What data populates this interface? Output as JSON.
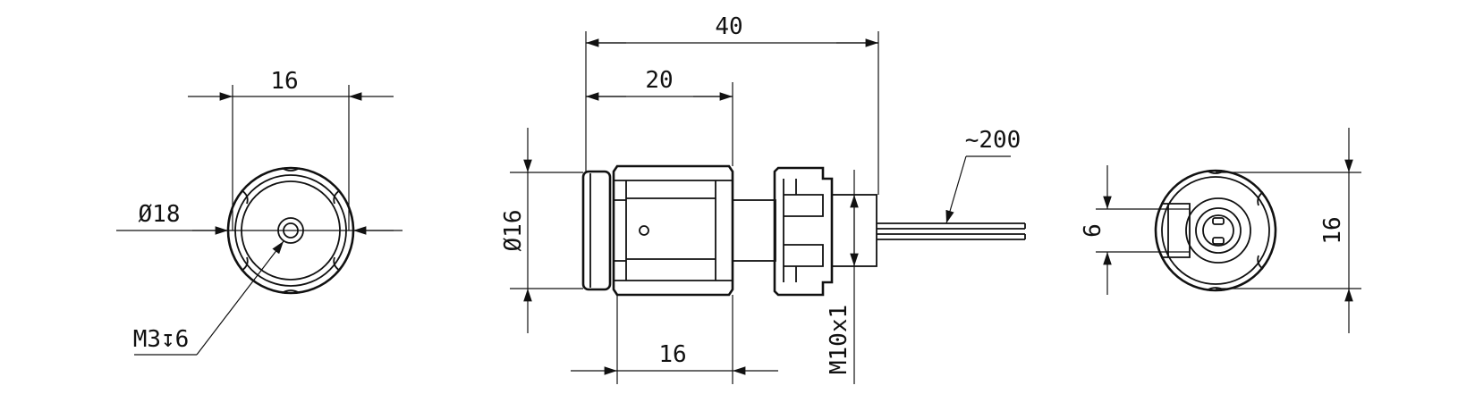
{
  "drawing": {
    "line_color": "#111111",
    "background": "#ffffff"
  },
  "front_view": {
    "dim_width": "16",
    "dim_diameter": "Ø18",
    "thread_note": "M3↧6"
  },
  "side_view": {
    "dim_total_length": "40",
    "dim_body_length": "20",
    "dim_diameter": "Ø16",
    "dim_nut_length": "16",
    "dim_thread": "M10x1",
    "dim_cable": "~200"
  },
  "rear_view": {
    "dim_small": "6",
    "dim_height": "16"
  }
}
